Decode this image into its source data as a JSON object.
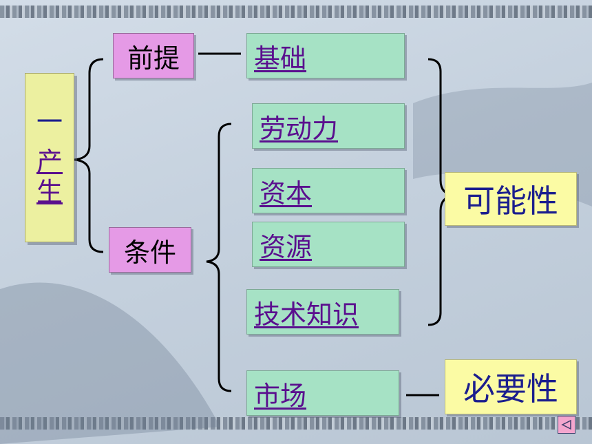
{
  "root": {
    "line1": "一",
    "line2": "产",
    "line3": "生"
  },
  "premise": {
    "label": "前提",
    "item": "基础"
  },
  "condition": {
    "label": "条件",
    "items": [
      "劳动力",
      "资本",
      "资源",
      "技术知识",
      "市场"
    ]
  },
  "possibility": "可能性",
  "necessity": "必要性",
  "nav": {
    "icon": "triangle-left-icon"
  },
  "colors": {
    "pink": "#e59ae6",
    "green": "#a6e2c5",
    "yellow": "#fbfba4",
    "link": "#5a0f8e",
    "dark_blue": "#1b1e8e"
  }
}
